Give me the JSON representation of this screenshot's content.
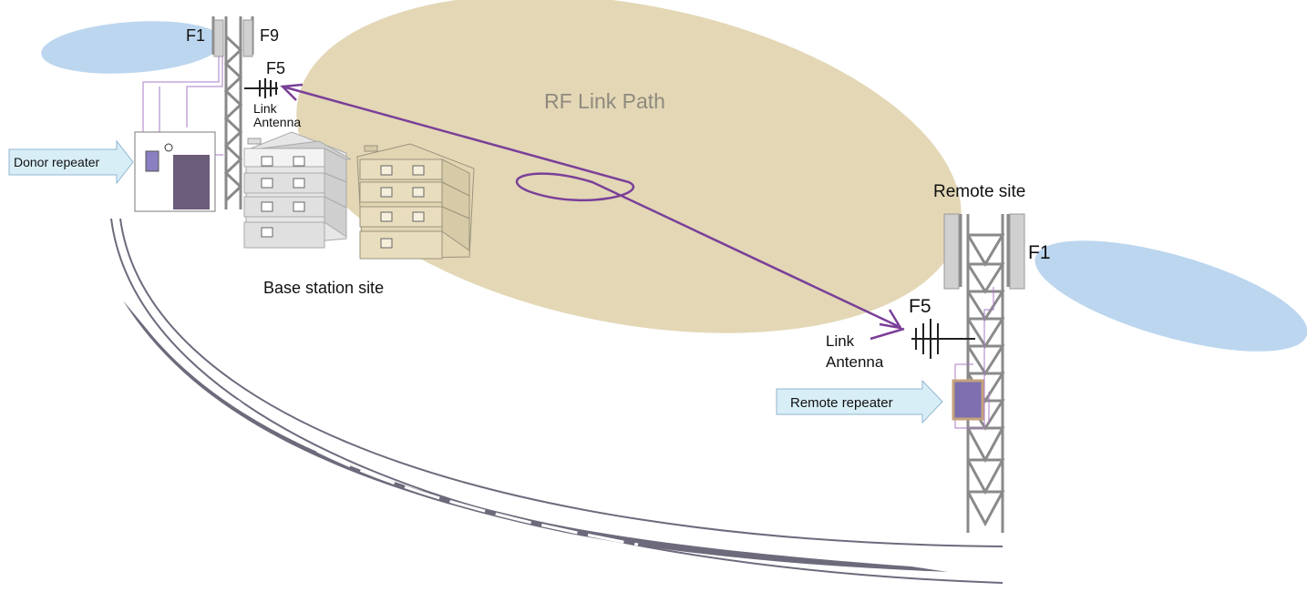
{
  "labels": {
    "rf_link_path": "RF Link Path",
    "remote_site": "Remote site",
    "base_station_site": "Base station site",
    "base_f1": "F1",
    "base_f9": "F9",
    "base_f5": "F5",
    "base_link_line1": "Link",
    "base_link_line2": "Antenna",
    "remote_f1": "F1",
    "remote_f5": "F5",
    "remote_link_line1": "Link",
    "remote_link_line2": "Antenna",
    "donor_repeater": "Donor repeater",
    "remote_repeater": "Remote repeater"
  },
  "colors": {
    "rf_beam": "#e1d5b2",
    "coverage": "#bcd6ef",
    "link_path": "#7a3f98",
    "repeater_arrow_fill": "#d8eef7",
    "repeater_arrow_stroke": "#8fb6cf",
    "earth": "#6e6a7c",
    "donor_unit": "#6b5c7a",
    "remote_unit": "#7d6fb0"
  }
}
